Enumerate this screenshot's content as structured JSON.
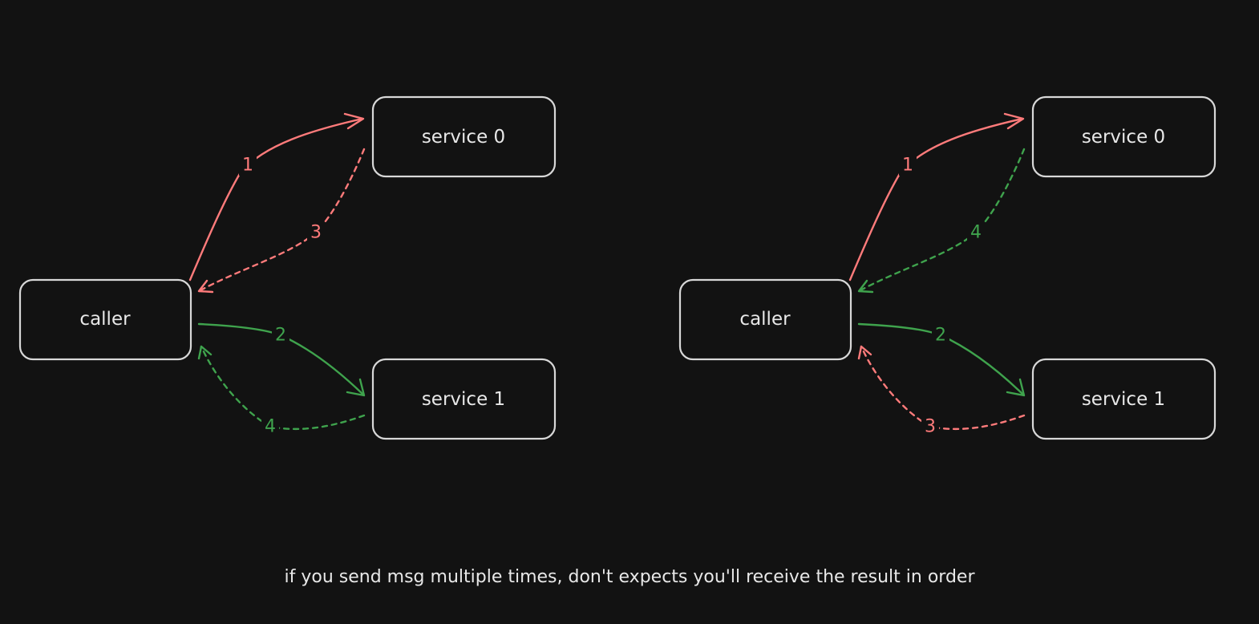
{
  "colors": {
    "background": "#121212",
    "box_stroke": "#d8d8d8",
    "text": "#e8e8e8",
    "red": "#ff7b7b",
    "green": "#3fa34d"
  },
  "diagrams": [
    {
      "nodes": {
        "caller": "caller",
        "service0": "service 0",
        "service1": "service 1"
      },
      "edges": [
        {
          "label": "1",
          "from": "caller",
          "to": "service 0",
          "style": "solid",
          "color": "#ff7b7b"
        },
        {
          "label": "2",
          "from": "caller",
          "to": "service 1",
          "style": "solid",
          "color": "#3fa34d"
        },
        {
          "label": "3",
          "from": "service 0",
          "to": "caller",
          "style": "dashed",
          "color": "#ff7b7b"
        },
        {
          "label": "4",
          "from": "service 1",
          "to": "caller",
          "style": "dashed",
          "color": "#3fa34d"
        }
      ]
    },
    {
      "nodes": {
        "caller": "caller",
        "service0": "service 0",
        "service1": "service 1"
      },
      "edges": [
        {
          "label": "1",
          "from": "caller",
          "to": "service 0",
          "style": "solid",
          "color": "#ff7b7b"
        },
        {
          "label": "2",
          "from": "caller",
          "to": "service 1",
          "style": "solid",
          "color": "#3fa34d"
        },
        {
          "label": "4",
          "from": "service 0",
          "to": "caller",
          "style": "dashed",
          "color": "#3fa34d"
        },
        {
          "label": "3",
          "from": "service 1",
          "to": "caller",
          "style": "dashed",
          "color": "#ff7b7b"
        }
      ]
    }
  ],
  "caption": "if you send msg multiple times, don't expects you'll receive the result in order"
}
